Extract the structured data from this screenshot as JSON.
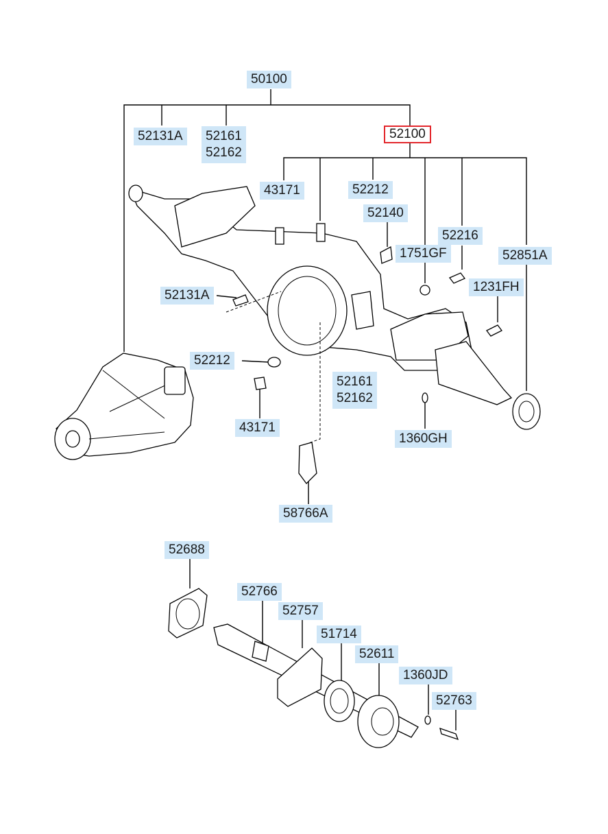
{
  "labels": {
    "assy": "50100",
    "cap_bolt_top": "52131A",
    "bracket_top": [
      "52161",
      "52162"
    ],
    "housing_assy": "52100",
    "breather_a": "43171",
    "washer_top": "52212",
    "plug": "52140",
    "bolt_a": "52216",
    "plug_spec": "1751GF",
    "seal_ring": "52851A",
    "bolt_b": "1231FH",
    "cap_bolt_left": "52131A",
    "washer_left": "52212",
    "bracket_mid": [
      "52161",
      "52162"
    ],
    "breather_b": "43171",
    "nut_right": "1360GH",
    "bracket_clip": "58766A",
    "gasket": "52688",
    "axle_shaft": "52766",
    "retainer": "52757",
    "oil_seal": "51714",
    "hub_flange": "52611",
    "nut_bottom": "1360JD",
    "stud_bolt": "52763"
  },
  "colors": {
    "label_bg": "#cfe6f7",
    "selected_border": "#e3262b"
  }
}
